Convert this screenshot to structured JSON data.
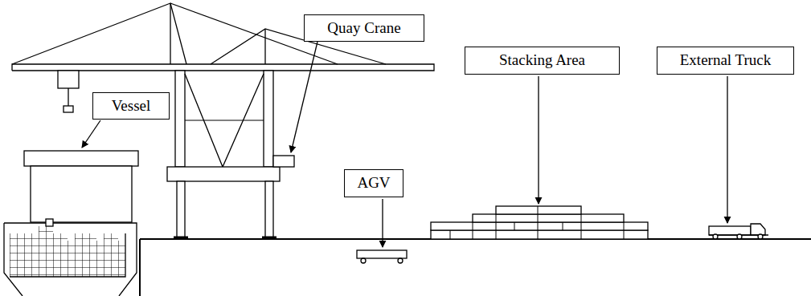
{
  "diagram": {
    "nodes": [
      {
        "text": [
          "Vessel"
        ]
      },
      {
        "text": [
          "Quay Crane"
        ]
      },
      {
        "text": [
          "AGV"
        ]
      },
      {
        "text": [
          "Stacking Area"
        ]
      },
      {
        "text": [
          "External Truck"
        ]
      }
    ]
  }
}
